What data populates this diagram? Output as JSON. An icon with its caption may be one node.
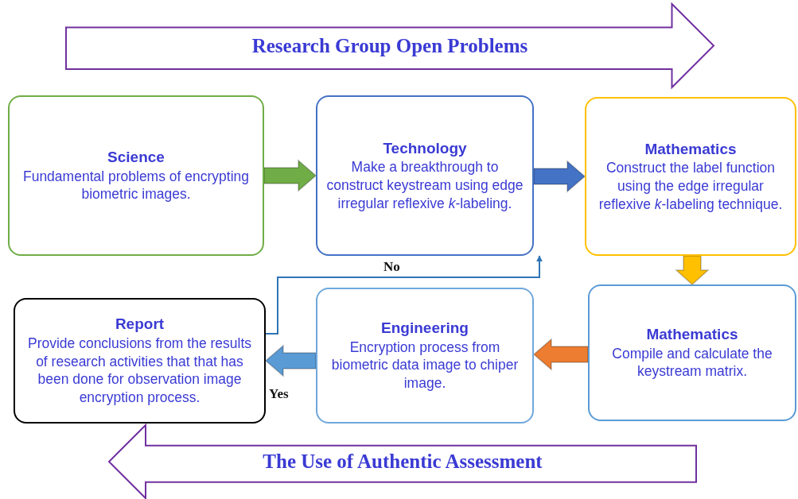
{
  "diagram": {
    "nodes": [
      {
        "text": [
          "Research Group Open Problems"
        ]
      },
      {
        "text": [
          "Science",
          "Fundamental problems of encrypting biometric images."
        ]
      },
      {
        "text": [
          "Technology",
          "Make a breakthrough to construct keystream using edge irregular reflexive *k*-labeling."
        ]
      },
      {
        "text": [
          "Mathematics",
          "Construct the label function using the edge irregular reflexive *k*-labeling technique."
        ]
      },
      {
        "text": [
          "Mathematics",
          "Compile and calculate the keystream matrix."
        ]
      },
      {
        "text": [
          "Engineering",
          "Encryption process from biometric data image to chiper image."
        ]
      },
      {
        "text": [
          "Report",
          "Provide conclusions from the results of research activities that that has been done for observation image encryption process."
        ]
      },
      {
        "text": [
          "The Use of Authentic Assessment"
        ]
      }
    ],
    "edges": [
      {
        "from": 1,
        "to": 2,
        "arrow": "to",
        "style": "thick",
        "color": "#70ad47"
      },
      {
        "from": 2,
        "to": 3,
        "arrow": "to",
        "style": "thick",
        "color": "#4472c4"
      },
      {
        "from": 3,
        "to": 4,
        "arrow": "to",
        "style": "thick",
        "color": "#ffc000"
      },
      {
        "from": 4,
        "to": 5,
        "arrow": "to",
        "style": "thick",
        "color": "#ed7d31"
      },
      {
        "from": 5,
        "to": 6,
        "arrow": "to",
        "style": "thick",
        "color": "#5b9bd5"
      },
      {
        "from": 6,
        "to": 2,
        "arrow": "to",
        "label": "No",
        "color": "#2e75b6"
      }
    ],
    "labels": [
      "Yes"
    ]
  }
}
